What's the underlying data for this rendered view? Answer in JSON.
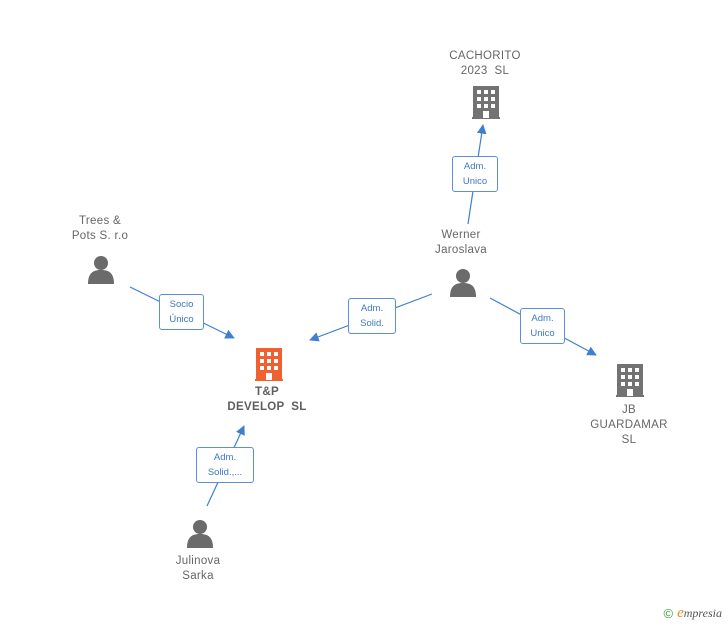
{
  "colors": {
    "edge": "#3f7fd0",
    "person": "#6b6b6b",
    "company": "#737373",
    "main_company": "#f06030"
  },
  "nodes": {
    "cachorito": {
      "lines": [
        "CACHORITO",
        "2023  SL"
      ],
      "icon": "building-icon"
    },
    "trees": {
      "lines": [
        "Trees &",
        "Pots S. r.o"
      ],
      "icon": "person-icon"
    },
    "werner": {
      "lines": [
        "Werner",
        "Jaroslava"
      ],
      "icon": "person-icon"
    },
    "tp": {
      "lines": [
        "T&P",
        "DEVELOP  SL"
      ],
      "icon": "building-icon"
    },
    "jb": {
      "lines": [
        "JB",
        "GUARDAMAR",
        "SL"
      ],
      "icon": "building-icon"
    },
    "julinova": {
      "lines": [
        "Julinova",
        "Sarka"
      ],
      "icon": "person-icon"
    }
  },
  "edges": {
    "werner_cachorito": [
      "Adm.",
      "Unico"
    ],
    "trees_tp": [
      "Socio",
      "Único"
    ],
    "werner_tp": [
      "Adm.",
      "Solid."
    ],
    "werner_jb": [
      "Adm.",
      "Unico"
    ],
    "julinova_tp": [
      "Adm.",
      "Solid.,..."
    ]
  },
  "footer": {
    "copyright": "©",
    "brand_initial": "e",
    "brand_rest": "mpresia"
  }
}
